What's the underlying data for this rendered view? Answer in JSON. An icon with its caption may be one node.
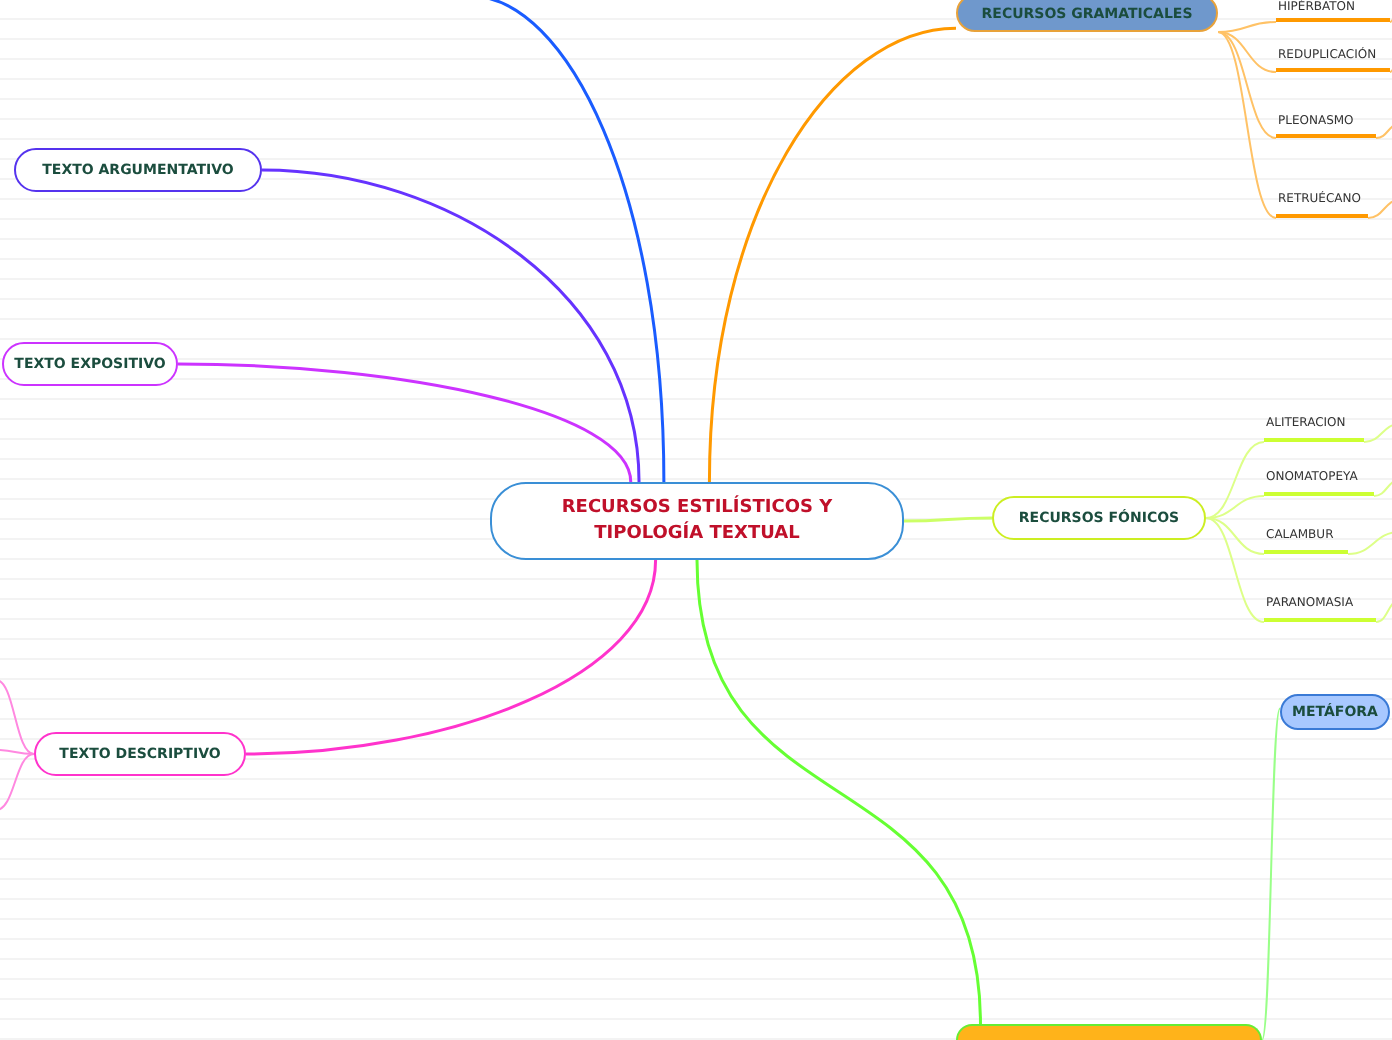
{
  "diagram": {
    "nodes": [
      {
        "text": [
          "RECURSOS ESTILÍSTICOS Y TIPOLOGÍA TEXTUAL"
        ]
      },
      {
        "text": [
          "RECURSOS GRAMATICALES"
        ]
      },
      {
        "text": [
          "HIPÉRBATON"
        ]
      },
      {
        "text": [
          "REDUPLICACIÓN"
        ]
      },
      {
        "text": [
          "PLEONASMO"
        ]
      },
      {
        "text": [
          "RETRUÉCANO"
        ]
      },
      {
        "text": [
          "RECURSOS FÓNICOS"
        ]
      },
      {
        "text": [
          "ALITERACION"
        ]
      },
      {
        "text": [
          "ONOMATOPEYA"
        ]
      },
      {
        "text": [
          "CALAMBUR"
        ]
      },
      {
        "text": [
          "PARANOMASIA"
        ]
      },
      {
        "text": [],
        "shape": "box"
      },
      {
        "text": [
          "METÁFORA"
        ]
      },
      {
        "text": [
          "TEXTO ARGUMENTATIVO"
        ]
      },
      {
        "text": [
          "TEXTO EXPOSITIVO"
        ]
      },
      {
        "text": [
          "TEXTO DESCRIPTIVO"
        ]
      }
    ],
    "edges": [
      {
        "from": 0,
        "to": 1,
        "arrow": "none",
        "color": "#ff9900"
      },
      {
        "from": 1,
        "to": 2,
        "arrow": "none",
        "color": "#ffc266"
      },
      {
        "from": 1,
        "to": 3,
        "arrow": "none",
        "color": "#ffc266"
      },
      {
        "from": 1,
        "to": 4,
        "arrow": "none",
        "color": "#ffc266"
      },
      {
        "from": 1,
        "to": 5,
        "arrow": "none",
        "color": "#ffc266"
      },
      {
        "from": 0,
        "to": 6,
        "arrow": "none",
        "color": "#ccff66"
      },
      {
        "from": 6,
        "to": 7,
        "arrow": "none",
        "color": "#ddff88"
      },
      {
        "from": 6,
        "to": 8,
        "arrow": "none",
        "color": "#ddff88"
      },
      {
        "from": 6,
        "to": 9,
        "arrow": "none",
        "color": "#ddff88"
      },
      {
        "from": 6,
        "to": 10,
        "arrow": "none",
        "color": "#ddff88"
      },
      {
        "from": 0,
        "to": 11,
        "arrow": "none",
        "color": "#66ff33"
      },
      {
        "from": 11,
        "to": 12,
        "arrow": "none",
        "color": "#99ff88"
      },
      {
        "from": 0,
        "to": 13,
        "arrow": "none",
        "color": "#6633ff"
      },
      {
        "from": 0,
        "to": 14,
        "arrow": "none",
        "color": "#cc33ff"
      },
      {
        "from": 0,
        "to": 15,
        "arrow": "none",
        "color": "#ff33cc"
      },
      {
        "from": 0,
        "to": null,
        "arrow": "none",
        "color": "#1a5cff"
      },
      {
        "from": 2,
        "to": null,
        "arrow": "none",
        "color": "#ffc266"
      },
      {
        "from": 3,
        "to": null,
        "arrow": "none",
        "color": "#ffc266"
      },
      {
        "from": 4,
        "to": null,
        "arrow": "none",
        "color": "#ffc266"
      },
      {
        "from": 5,
        "to": null,
        "arrow": "none",
        "color": "#ffc266"
      },
      {
        "from": 7,
        "to": null,
        "arrow": "none",
        "color": "#ddff88"
      },
      {
        "from": 8,
        "to": null,
        "arrow": "none",
        "color": "#ddff88"
      },
      {
        "from": 9,
        "to": null,
        "arrow": "none",
        "color": "#ddff88"
      },
      {
        "from": 10,
        "to": null,
        "arrow": "none",
        "color": "#ddff88"
      },
      {
        "from": 15,
        "to": null,
        "arrow": "none",
        "color": "#ff88e0"
      },
      {
        "from": 15,
        "to": null,
        "arrow": "none",
        "color": "#ff88e0"
      },
      {
        "from": 15,
        "to": null,
        "arrow": "none",
        "color": "#ff88e0"
      }
    ]
  }
}
